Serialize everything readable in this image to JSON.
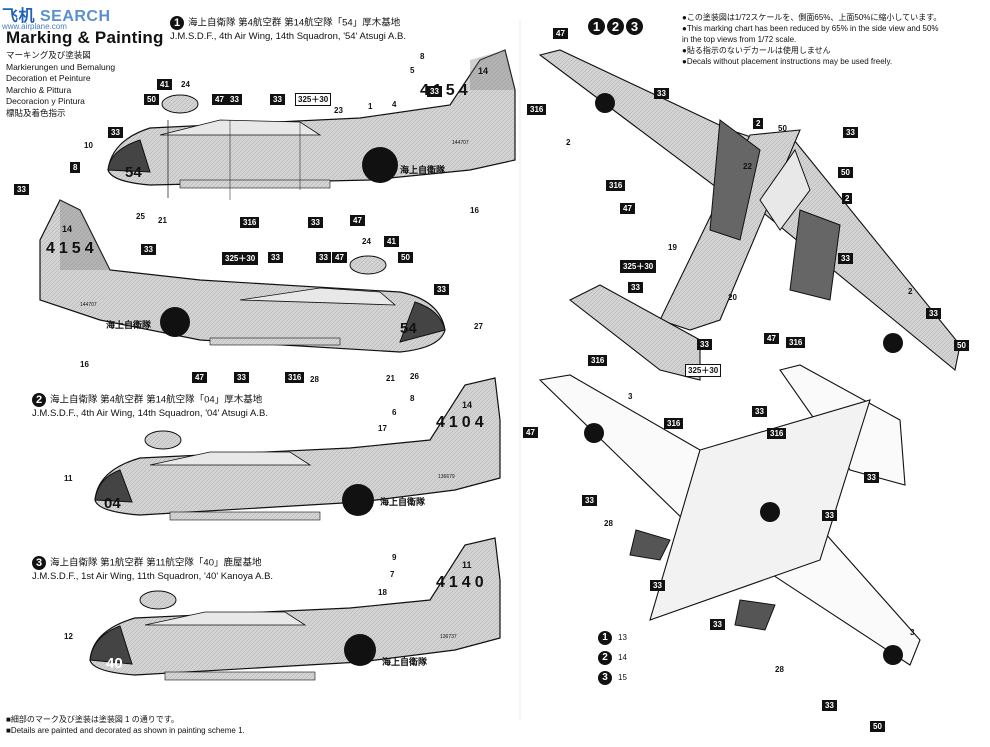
{
  "watermark": {
    "cn": "飞机",
    "en": "SEARCH",
    "sub": "www.airplane.com"
  },
  "header": {
    "title": "Marking & Painting",
    "languages": [
      "マーキング及び塗装図",
      "Markierungen und Bemalung",
      "Decoration et Peinture",
      "Marchio & Pittura",
      "Decoracion y Pintura",
      "標貼及着色指示"
    ]
  },
  "scheme_numbers": [
    "1",
    "2",
    "3"
  ],
  "notes": {
    "jp_scale": "●この塗装図は1/72スケールを、側面65%、上面50%に縮小しています。",
    "en_scale_1": "●This marking chart has been reduced by 65% in the side view and 50%",
    "en_scale_2": "in the top views from 1/72 scale.",
    "jp_decal": "●貼る指示のないデカールは使用しません",
    "en_decal": "●Decals without placement instructions may be used freely."
  },
  "schemes": [
    {
      "num": "1",
      "jp": "海上自衛隊 第4航空群 第14航空隊「54」厚木基地",
      "en": "J.M.S.D.F., 4th Air Wing, 14th Squadron, '54' Atsugi A.B."
    },
    {
      "num": "2",
      "jp": "海上自衛隊 第4航空群 第14航空隊「04」厚木基地",
      "en": "J.M.S.D.F., 4th Air Wing, 14th Squadron, '04' Atsugi A.B."
    },
    {
      "num": "3",
      "jp": "海上自衛隊 第1航空群 第11航空隊「40」鹿屋基地",
      "en": "J.M.S.D.F., 1st Air Wing, 11th Squadron, '40' Kanoya A.B."
    }
  ],
  "aircraft_markings": {
    "a1_nose": "54",
    "a1_tail": "4154",
    "a1_tail_small": "14",
    "a1_kanji": "海上自衛隊",
    "a2_nose": "04",
    "a2_tail": "4104",
    "a2_tail_small": "14",
    "a2_kanji": "海上自衛隊",
    "a3_nose": "40",
    "a3_tail": "4140",
    "a3_tail_small": "11",
    "a3_kanji": "海上自衛隊",
    "serial_1": "144707",
    "serial_2": "136679",
    "serial_3": "136737"
  },
  "callouts": {
    "c41": "41",
    "c24": "24",
    "c47": "47",
    "c33": "33",
    "c325": "325＋30",
    "c23": "23",
    "c1": "1",
    "c4": "4",
    "c8": "8",
    "c14": "14",
    "c5": "5",
    "c316": "316",
    "c50": "50",
    "c10": "10",
    "c16": "16",
    "c21": "21",
    "c25": "25",
    "c2": "2",
    "c22": "22",
    "c19": "19",
    "c20": "20",
    "c3": "3",
    "c6": "6",
    "c17": "17",
    "c11": "11",
    "c9": "9",
    "c7": "7",
    "c18": "18",
    "c12": "12",
    "c26": "26",
    "c27": "27",
    "c28": "28",
    "c13": "13",
    "c15": "15"
  },
  "side_legend": [
    {
      "n": "1",
      "v": "13"
    },
    {
      "n": "2",
      "v": "14"
    },
    {
      "n": "3",
      "v": "15"
    }
  ],
  "footer": {
    "jp": "■細部のマーク及び塗装は塗装図 1 の通りです。",
    "en": "■Details are painted and decorated as shown in painting scheme 1."
  },
  "colors": {
    "ink": "#111111",
    "grey": "#c9c9c9",
    "dark": "#555555",
    "hinomaru": "#1a1a1a"
  }
}
